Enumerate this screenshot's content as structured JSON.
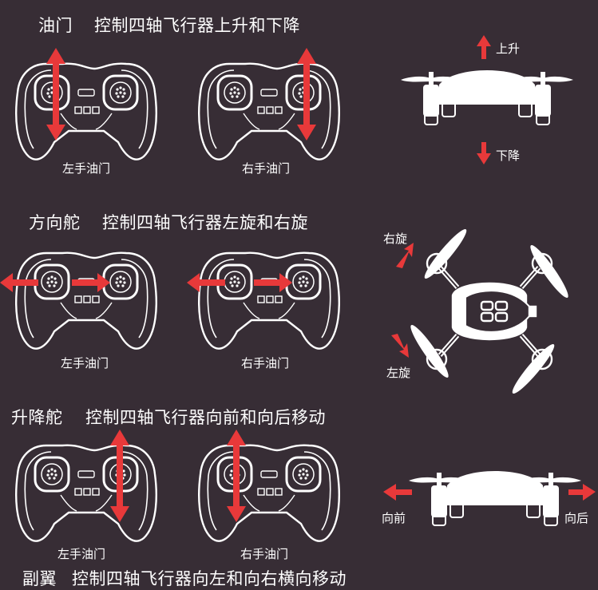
{
  "sections": [
    {
      "mode": "油门",
      "description": "控制四轴飞行器上升和下降",
      "left_caption": "左手油门",
      "right_caption": "右手油门",
      "labels": [
        "上升",
        "下降"
      ]
    },
    {
      "mode": "方向舵",
      "description": "控制四轴飞行器左旋和右旋",
      "left_caption": "左手油门",
      "right_caption": "右手油门",
      "labels": [
        "右旋",
        "左旋"
      ]
    },
    {
      "mode": "升降舵",
      "description": "控制四轴飞行器向前和向后移动",
      "left_caption": "左手油门",
      "right_caption": "右手油门",
      "labels": [
        "向前",
        "向后"
      ]
    },
    {
      "mode": "副翼",
      "description": "控制四轴飞行器向左和向右横向移动"
    }
  ],
  "colors": {
    "background": "#372d35",
    "arrow": "#e8393a",
    "line": "#ffffff"
  }
}
